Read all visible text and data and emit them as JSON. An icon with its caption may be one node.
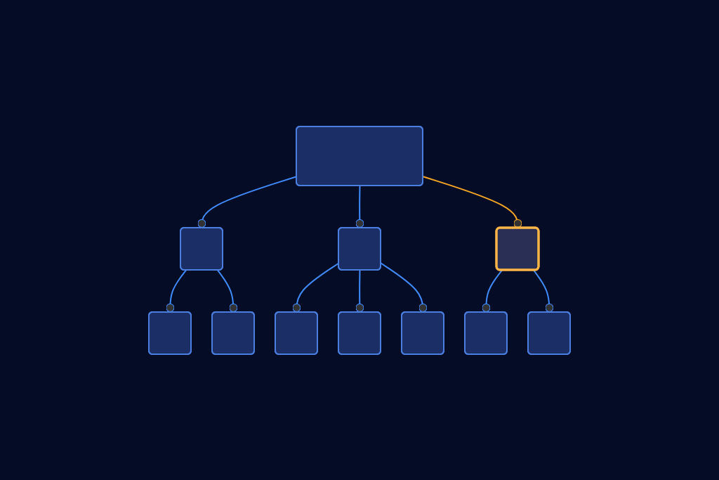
{
  "diagram": {
    "nodes": [
      {
        "text": [],
        "shape": "box"
      },
      {
        "text": [],
        "shape": "box"
      },
      {
        "text": [],
        "shape": "box"
      },
      {
        "text": [],
        "shape": "box"
      },
      {
        "text": [],
        "shape": "box"
      },
      {
        "text": [],
        "shape": "box"
      },
      {
        "text": [],
        "shape": "box"
      },
      {
        "text": [],
        "shape": "box"
      },
      {
        "text": [],
        "shape": "box"
      },
      {
        "text": [],
        "shape": "box"
      },
      {
        "text": [],
        "shape": "box"
      }
    ],
    "edges": [
      {
        "from": 0,
        "to": 1,
        "arrow": "other"
      },
      {
        "from": 0,
        "to": 2,
        "arrow": "other"
      },
      {
        "from": 0,
        "to": 3,
        "arrow": "other",
        "color": "#f5a623"
      },
      {
        "from": 1,
        "to": 4,
        "arrow": "other"
      },
      {
        "from": 1,
        "to": 5,
        "arrow": "other"
      },
      {
        "from": 2,
        "to": 6,
        "arrow": "other"
      },
      {
        "from": 2,
        "to": 7,
        "arrow": "other"
      },
      {
        "from": 2,
        "to": 8,
        "arrow": "other"
      },
      {
        "from": 3,
        "to": 9,
        "arrow": "other"
      },
      {
        "from": 3,
        "to": 10,
        "arrow": "other"
      }
    ]
  }
}
